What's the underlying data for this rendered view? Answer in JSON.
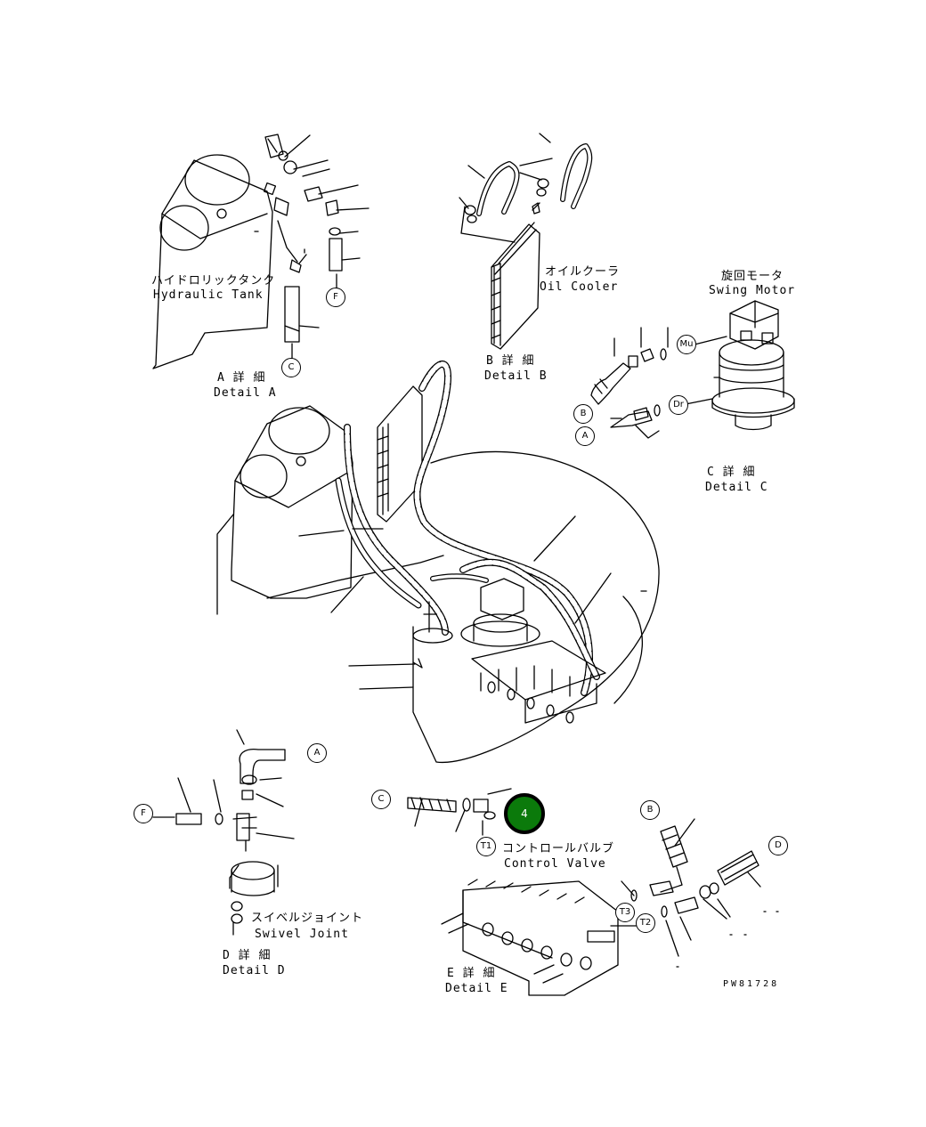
{
  "labels": {
    "hydraulic_tank_jp": "ハイドロリックタンク",
    "hydraulic_tank_en": "Hydraulic Tank",
    "detail_a_jp": "A 詳 細",
    "detail_a_en": "Detail A",
    "oil_cooler_jp": "オイルクーラ",
    "oil_cooler_en": "Oil Cooler",
    "detail_b_jp": "B 詳 細",
    "detail_b_en": "Detail B",
    "swing_motor_jp": "旋回モータ",
    "swing_motor_en": "Swing Motor",
    "detail_c_jp": "C 詳 細",
    "detail_c_en": "Detail C",
    "swivel_joint_jp": "スイベルジョイント",
    "swivel_joint_en": "Swivel Joint",
    "detail_d_jp": "D 詳 細",
    "detail_d_en": "Detail D",
    "control_valve_jp": "コントロールバルブ",
    "control_valve_en": "Control Valve",
    "detail_e_jp": "E 詳 細",
    "detail_e_en": "Detail E",
    "part_number": "PW81728"
  },
  "callouts": {
    "a_c": "C",
    "a_f": "F",
    "c_mu": "Mu",
    "c_dr": "Dr",
    "c_b": "B",
    "c_a": "A",
    "d_a": "A",
    "d_f": "F",
    "e_c": "C",
    "e_t1": "T1",
    "e_b": "B",
    "e_d": "D",
    "e_t3": "T3",
    "e_t2": "T2"
  },
  "highlight": {
    "label": "4",
    "color": "#0b7a0b"
  }
}
